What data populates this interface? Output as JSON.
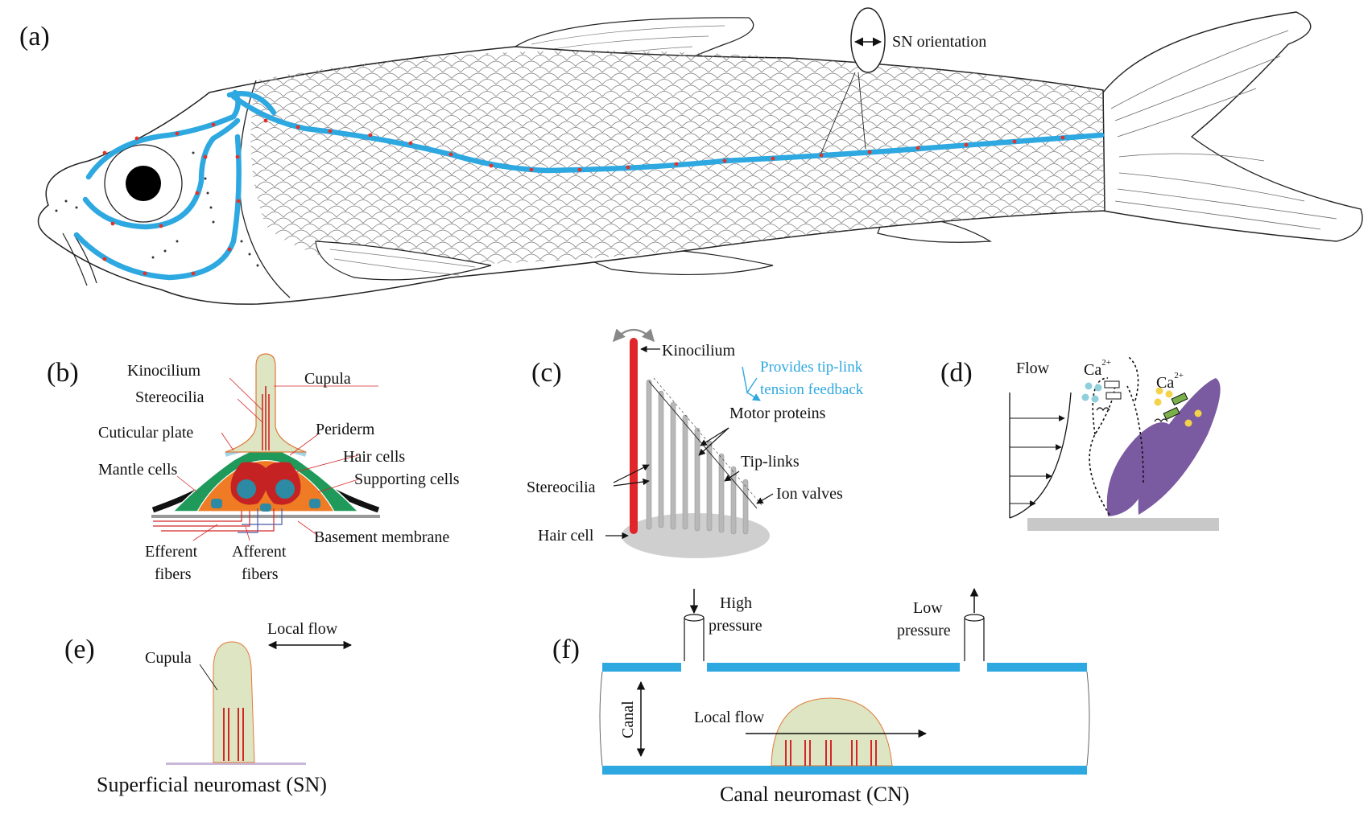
{
  "panels": {
    "a": {
      "label": "(a)",
      "orientation_label": "SN orientation"
    },
    "b": {
      "label": "(b)",
      "kinocilium": "Kinocilium",
      "cupula": "Cupula",
      "stereocilia": "Stereocilia",
      "cuticular_plate": "Cuticular plate",
      "periderm": "Periderm",
      "hair_cells": "Hair cells",
      "mantle_cells": "Mantle cells",
      "supporting_cells": "Supporting cells",
      "basement_membrane": "Basement membrane",
      "efferent_line1": "Efferent",
      "efferent_line2": "fibers",
      "afferent_line1": "Afferent",
      "afferent_line2": "fibers"
    },
    "c": {
      "label": "(c)",
      "kinocilium": "Kinocilium",
      "feedback_line1": "Provides tip-link",
      "feedback_line2": "tension feedback",
      "motor_proteins": "Motor proteins",
      "tip_links": "Tip-links",
      "ion_valves": "Ion valves",
      "stereocilia": "Stereocilia",
      "hair_cell": "Hair cell"
    },
    "d": {
      "label": "(d)",
      "flow": "Flow",
      "ca_left": "Ca",
      "ca_left_sup": "2+",
      "ca_right": "Ca",
      "ca_right_sup": "2+"
    },
    "e": {
      "label": "(e)",
      "local_flow": "Local flow",
      "cupula": "Cupula",
      "title": "Superficial neuromast (SN)"
    },
    "f": {
      "label": "(f)",
      "high_line1": "High",
      "high_line2": "pressure",
      "low_line1": "Low",
      "low_line2": "pressure",
      "canal": "Canal",
      "local_flow": "Local flow",
      "title": "Canal neuromast (CN)"
    }
  },
  "colors": {
    "lateral_line": "#2ea8e0",
    "neuromast_dot": "#e0342a",
    "cupula_fill": "#dde5c2",
    "hair_cell": "#d42626",
    "supporting": "#ef7b24",
    "mantle": "#1f9a5a",
    "nucleus": "#2c8aa4",
    "kinocilium": "#e0262b",
    "stereocilia": "#b8b8b8",
    "feedback_text": "#2ea8e0",
    "hair_cell_d": "#7a5aa0",
    "ca_blue": "#8fcfdc",
    "ca_yellow": "#f3d34a",
    "canal_wall": "#2ea8e0"
  },
  "icons": [
    "double-arrow-icon",
    "curved-arrow-icon",
    "up-arrow-icon",
    "down-arrow-icon"
  ]
}
